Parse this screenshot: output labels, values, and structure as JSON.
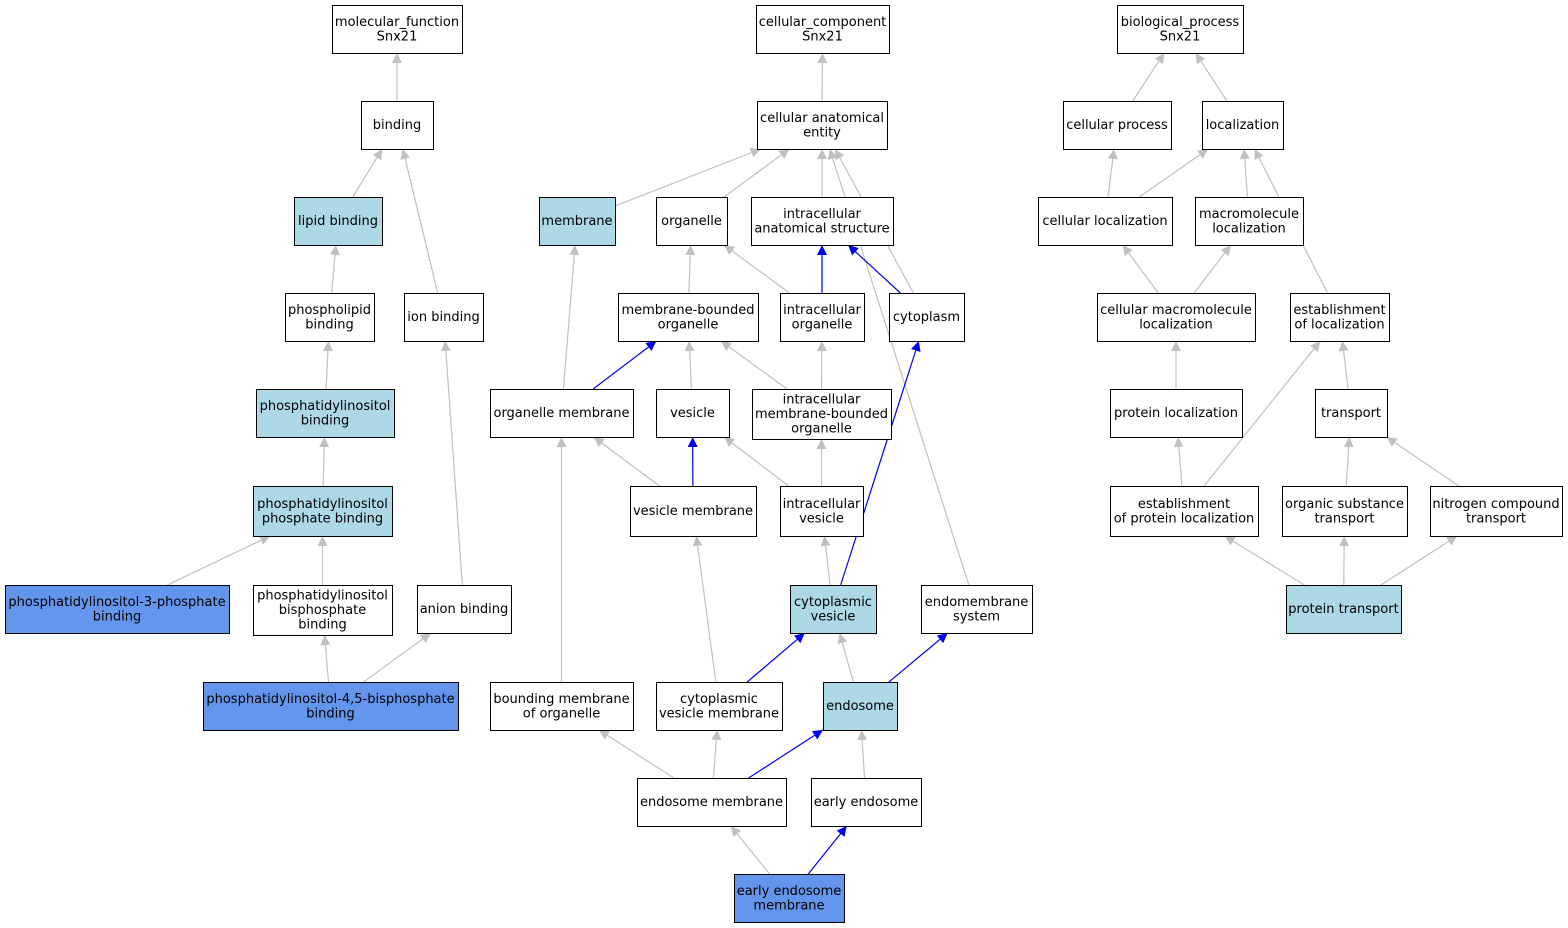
{
  "palette": {
    "plain": "#ffffff",
    "highlight": "#add8e6",
    "annotated": "#6495ed",
    "edge_is_a": "#c0c0c0",
    "edge_part_of": "#0000ee"
  },
  "nodes": {
    "mf": {
      "lines": [
        "molecular_function",
        "Snx21"
      ],
      "fill": "plain"
    },
    "binding": {
      "lines": [
        "binding"
      ],
      "fill": "plain"
    },
    "lipid_binding": {
      "lines": [
        "lipid binding"
      ],
      "fill": "highlight"
    },
    "phospholipid_binding": {
      "lines": [
        "phospholipid",
        "binding"
      ],
      "fill": "plain"
    },
    "ion_binding": {
      "lines": [
        "ion binding"
      ],
      "fill": "plain"
    },
    "pi_binding": {
      "lines": [
        "phosphatidylinositol",
        "binding"
      ],
      "fill": "highlight"
    },
    "pip_binding": {
      "lines": [
        "phosphatidylinositol",
        "phosphate binding"
      ],
      "fill": "highlight"
    },
    "pi3p_binding": {
      "lines": [
        "phosphatidylinositol-3-phosphate",
        "binding"
      ],
      "fill": "annotated"
    },
    "pip2_binding": {
      "lines": [
        "phosphatidylinositol",
        "bisphosphate",
        "binding"
      ],
      "fill": "plain"
    },
    "anion_binding": {
      "lines": [
        "anion binding"
      ],
      "fill": "plain"
    },
    "pi45p2_binding": {
      "lines": [
        "phosphatidylinositol-4,5-bisphosphate",
        "binding"
      ],
      "fill": "annotated"
    },
    "cc": {
      "lines": [
        "cellular_component",
        "Snx21"
      ],
      "fill": "plain"
    },
    "cae": {
      "lines": [
        "cellular anatomical",
        "entity"
      ],
      "fill": "plain"
    },
    "membrane": {
      "lines": [
        "membrane"
      ],
      "fill": "highlight"
    },
    "organelle": {
      "lines": [
        "organelle"
      ],
      "fill": "plain"
    },
    "ias": {
      "lines": [
        "intracellular",
        "anatomical structure"
      ],
      "fill": "plain"
    },
    "mbo": {
      "lines": [
        "membrane-bounded",
        "organelle"
      ],
      "fill": "plain"
    },
    "io": {
      "lines": [
        "intracellular",
        "organelle"
      ],
      "fill": "plain"
    },
    "cytoplasm": {
      "lines": [
        "cytoplasm"
      ],
      "fill": "plain"
    },
    "om": {
      "lines": [
        "organelle membrane"
      ],
      "fill": "plain"
    },
    "vesicle": {
      "lines": [
        "vesicle"
      ],
      "fill": "plain"
    },
    "imbo": {
      "lines": [
        "intracellular",
        "membrane-bounded",
        "organelle"
      ],
      "fill": "plain"
    },
    "vm": {
      "lines": [
        "vesicle membrane"
      ],
      "fill": "plain"
    },
    "iv": {
      "lines": [
        "intracellular",
        "vesicle"
      ],
      "fill": "plain"
    },
    "cv": {
      "lines": [
        "cytoplasmic",
        "vesicle"
      ],
      "fill": "highlight"
    },
    "ems": {
      "lines": [
        "endomembrane",
        "system"
      ],
      "fill": "plain"
    },
    "bmo": {
      "lines": [
        "bounding membrane",
        "of organelle"
      ],
      "fill": "plain"
    },
    "cvm": {
      "lines": [
        "cytoplasmic",
        "vesicle membrane"
      ],
      "fill": "plain"
    },
    "endosome": {
      "lines": [
        "endosome"
      ],
      "fill": "highlight"
    },
    "em": {
      "lines": [
        "endosome membrane"
      ],
      "fill": "plain"
    },
    "ee": {
      "lines": [
        "early endosome"
      ],
      "fill": "plain"
    },
    "eem": {
      "lines": [
        "early endosome",
        "membrane"
      ],
      "fill": "annotated"
    },
    "bp": {
      "lines": [
        "biological_process",
        "Snx21"
      ],
      "fill": "plain"
    },
    "cp": {
      "lines": [
        "cellular process"
      ],
      "fill": "plain"
    },
    "loc": {
      "lines": [
        "localization"
      ],
      "fill": "plain"
    },
    "cl": {
      "lines": [
        "cellular localization"
      ],
      "fill": "plain"
    },
    "ml": {
      "lines": [
        "macromolecule",
        "localization"
      ],
      "fill": "plain"
    },
    "cml": {
      "lines": [
        "cellular macromolecule",
        "localization"
      ],
      "fill": "plain"
    },
    "eol": {
      "lines": [
        "establishment",
        "of localization"
      ],
      "fill": "plain"
    },
    "pl": {
      "lines": [
        "protein localization"
      ],
      "fill": "plain"
    },
    "transport": {
      "lines": [
        "transport"
      ],
      "fill": "plain"
    },
    "epl": {
      "lines": [
        "establishment",
        "of protein localization"
      ],
      "fill": "plain"
    },
    "ost": {
      "lines": [
        "organic substance",
        "transport"
      ],
      "fill": "plain"
    },
    "nct": {
      "lines": [
        "nitrogen compound",
        "transport"
      ],
      "fill": "plain"
    },
    "pt": {
      "lines": [
        "protein transport"
      ],
      "fill": "highlight"
    }
  },
  "edges": [
    {
      "from": "binding",
      "to": "mf",
      "type": "is_a"
    },
    {
      "from": "lipid_binding",
      "to": "binding",
      "type": "is_a"
    },
    {
      "from": "ion_binding",
      "to": "binding",
      "type": "is_a"
    },
    {
      "from": "phospholipid_binding",
      "to": "lipid_binding",
      "type": "is_a"
    },
    {
      "from": "pi_binding",
      "to": "phospholipid_binding",
      "type": "is_a"
    },
    {
      "from": "pip_binding",
      "to": "pi_binding",
      "type": "is_a"
    },
    {
      "from": "pi3p_binding",
      "to": "pip_binding",
      "type": "is_a"
    },
    {
      "from": "pip2_binding",
      "to": "pip_binding",
      "type": "is_a"
    },
    {
      "from": "anion_binding",
      "to": "ion_binding",
      "type": "is_a"
    },
    {
      "from": "pi45p2_binding",
      "to": "pip2_binding",
      "type": "is_a"
    },
    {
      "from": "pi45p2_binding",
      "to": "anion_binding",
      "type": "is_a"
    },
    {
      "from": "cae",
      "to": "cc",
      "type": "is_a"
    },
    {
      "from": "membrane",
      "to": "cae",
      "type": "is_a"
    },
    {
      "from": "organelle",
      "to": "cae",
      "type": "is_a"
    },
    {
      "from": "ias",
      "to": "cae",
      "type": "is_a"
    },
    {
      "from": "cytoplasm",
      "to": "cae",
      "type": "is_a"
    },
    {
      "from": "ems",
      "to": "cae",
      "type": "is_a"
    },
    {
      "from": "mbo",
      "to": "organelle",
      "type": "is_a"
    },
    {
      "from": "io",
      "to": "organelle",
      "type": "is_a"
    },
    {
      "from": "io",
      "to": "ias",
      "type": "part_of"
    },
    {
      "from": "cytoplasm",
      "to": "ias",
      "type": "part_of"
    },
    {
      "from": "om",
      "to": "membrane",
      "type": "is_a"
    },
    {
      "from": "om",
      "to": "mbo",
      "type": "part_of"
    },
    {
      "from": "vesicle",
      "to": "mbo",
      "type": "is_a"
    },
    {
      "from": "imbo",
      "to": "mbo",
      "type": "is_a"
    },
    {
      "from": "imbo",
      "to": "io",
      "type": "is_a"
    },
    {
      "from": "vm",
      "to": "om",
      "type": "is_a"
    },
    {
      "from": "vm",
      "to": "vesicle",
      "type": "part_of"
    },
    {
      "from": "iv",
      "to": "vesicle",
      "type": "is_a"
    },
    {
      "from": "iv",
      "to": "imbo",
      "type": "is_a"
    },
    {
      "from": "cv",
      "to": "iv",
      "type": "is_a"
    },
    {
      "from": "cv",
      "to": "cytoplasm",
      "type": "part_of"
    },
    {
      "from": "bmo",
      "to": "om",
      "type": "is_a"
    },
    {
      "from": "cvm",
      "to": "vm",
      "type": "is_a"
    },
    {
      "from": "cvm",
      "to": "cv",
      "type": "part_of"
    },
    {
      "from": "endosome",
      "to": "cv",
      "type": "is_a"
    },
    {
      "from": "endosome",
      "to": "ems",
      "type": "part_of"
    },
    {
      "from": "em",
      "to": "bmo",
      "type": "is_a"
    },
    {
      "from": "em",
      "to": "cvm",
      "type": "is_a"
    },
    {
      "from": "em",
      "to": "endosome",
      "type": "part_of"
    },
    {
      "from": "ee",
      "to": "endosome",
      "type": "is_a"
    },
    {
      "from": "eem",
      "to": "em",
      "type": "is_a"
    },
    {
      "from": "eem",
      "to": "ee",
      "type": "part_of"
    },
    {
      "from": "cp",
      "to": "bp",
      "type": "is_a"
    },
    {
      "from": "loc",
      "to": "bp",
      "type": "is_a"
    },
    {
      "from": "cl",
      "to": "cp",
      "type": "is_a"
    },
    {
      "from": "cl",
      "to": "loc",
      "type": "is_a"
    },
    {
      "from": "ml",
      "to": "loc",
      "type": "is_a"
    },
    {
      "from": "eol",
      "to": "loc",
      "type": "is_a"
    },
    {
      "from": "cml",
      "to": "cl",
      "type": "is_a"
    },
    {
      "from": "cml",
      "to": "ml",
      "type": "is_a"
    },
    {
      "from": "pl",
      "to": "cml",
      "type": "is_a"
    },
    {
      "from": "transport",
      "to": "eol",
      "type": "is_a"
    },
    {
      "from": "epl",
      "to": "pl",
      "type": "is_a"
    },
    {
      "from": "epl",
      "to": "eol",
      "type": "is_a"
    },
    {
      "from": "ost",
      "to": "transport",
      "type": "is_a"
    },
    {
      "from": "nct",
      "to": "transport",
      "type": "is_a"
    },
    {
      "from": "pt",
      "to": "epl",
      "type": "is_a"
    },
    {
      "from": "pt",
      "to": "ost",
      "type": "is_a"
    },
    {
      "from": "pt",
      "to": "nct",
      "type": "is_a"
    }
  ]
}
